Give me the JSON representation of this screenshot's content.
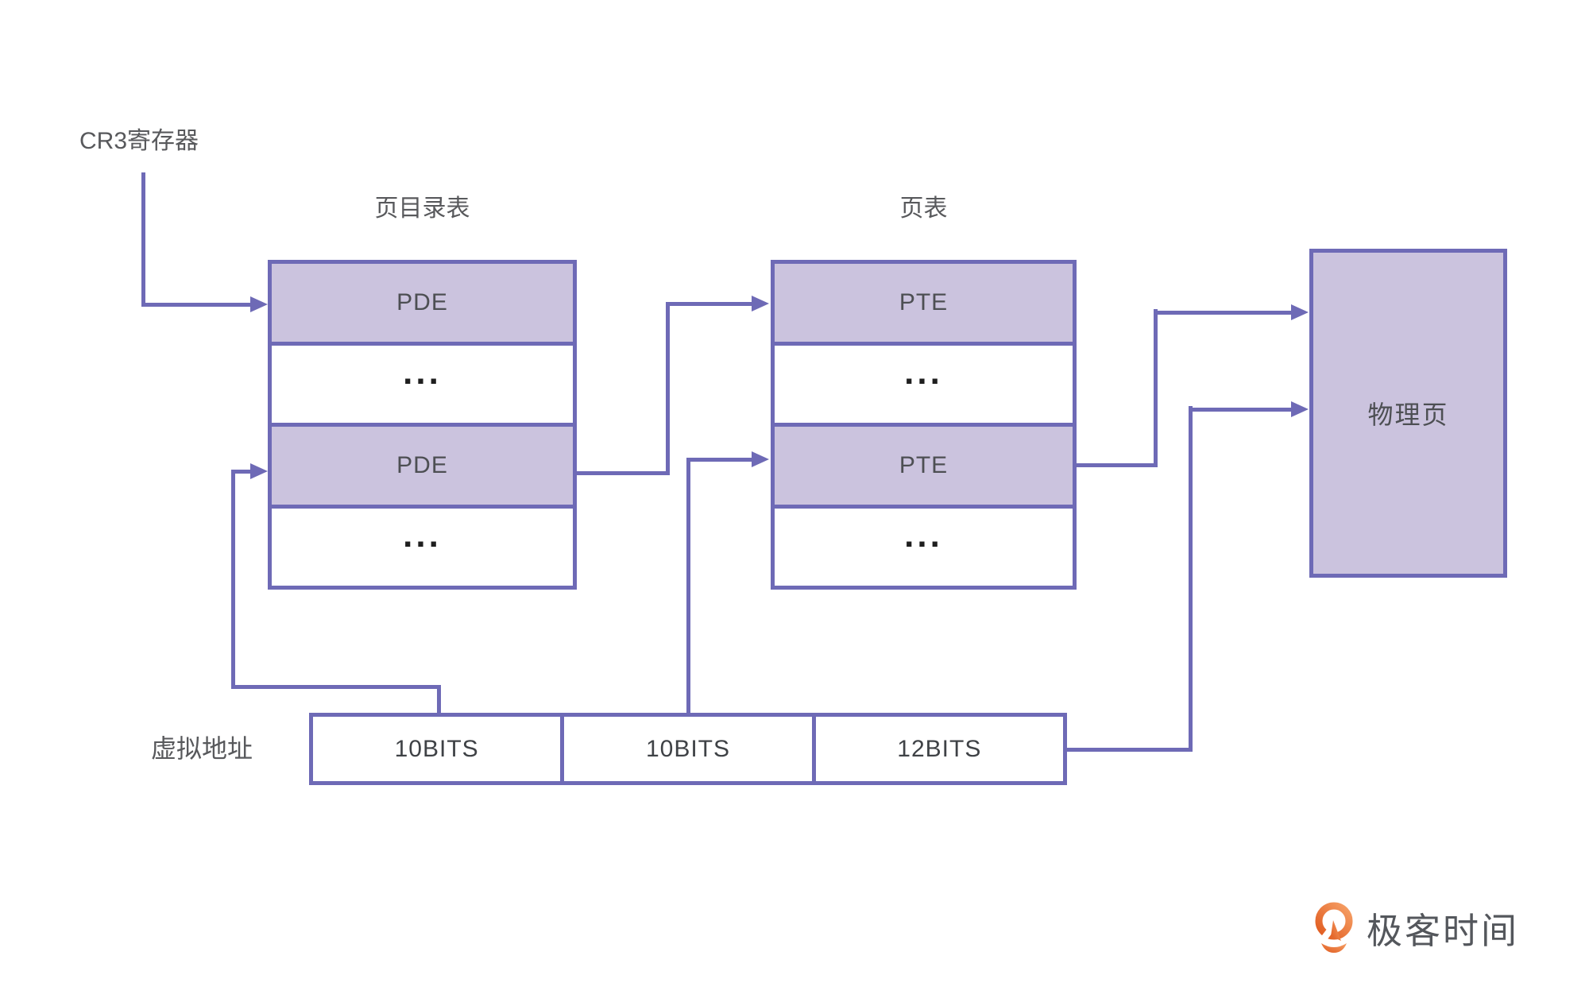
{
  "diagram": {
    "cr3_label": "CR3寄存器",
    "page_directory_table": {
      "title": "页目录表",
      "rows": [
        "PDE",
        "...",
        "PDE",
        "..."
      ]
    },
    "page_table": {
      "title": "页表",
      "rows": [
        "PTE",
        "...",
        "PTE",
        "..."
      ]
    },
    "physical_page": {
      "label": "物理页"
    },
    "virtual_address": {
      "label": "虚拟地址",
      "fields": [
        "10BITS",
        "10BITS",
        "12BITS"
      ]
    },
    "logo": {
      "text": "极客时间"
    },
    "colors": {
      "line": "#6e6ab6",
      "entry_fill": "#cbc3de",
      "text_gray": "#58595c",
      "logo_orange_dark": "#e05a1e",
      "logo_orange_light": "#f6a066"
    }
  }
}
